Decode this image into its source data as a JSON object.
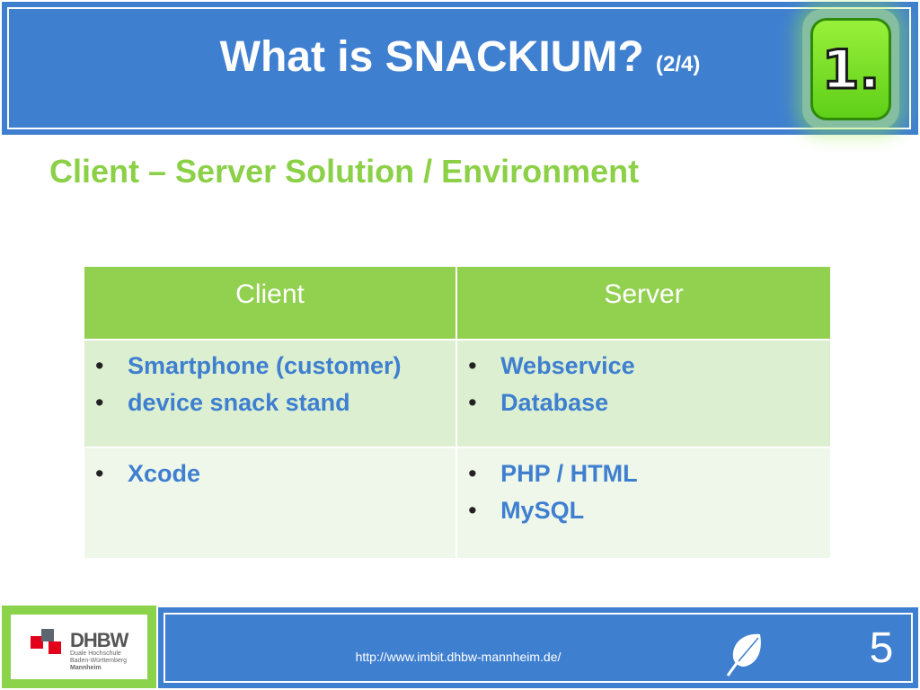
{
  "header": {
    "title": "What is SNACKIUM?",
    "title_suffix": "(2/4)",
    "badge": "1."
  },
  "subtitle": "Client – Server Solution / Environment",
  "table": {
    "headers": [
      "Client",
      "Server"
    ],
    "rows": [
      [
        [
          "Smartphone (customer)",
          "device snack stand"
        ],
        [
          "Webservice",
          "Database"
        ]
      ],
      [
        [
          "Xcode"
        ],
        [
          "PHP / HTML",
          "MySQL"
        ]
      ]
    ]
  },
  "footer": {
    "logo_name": "DHBW",
    "logo_sub": [
      "Duale Hochschule",
      "Baden-Württemberg",
      "Mannheim"
    ],
    "url": "http://www.imbit.dhbw-mannheim.de/",
    "page_number": "5"
  },
  "colors": {
    "header_blue": "#3f7fd0",
    "accent_green": "#92d050",
    "subtitle_green": "#8cd048",
    "bullet_text_blue": "#3f7fd0"
  }
}
